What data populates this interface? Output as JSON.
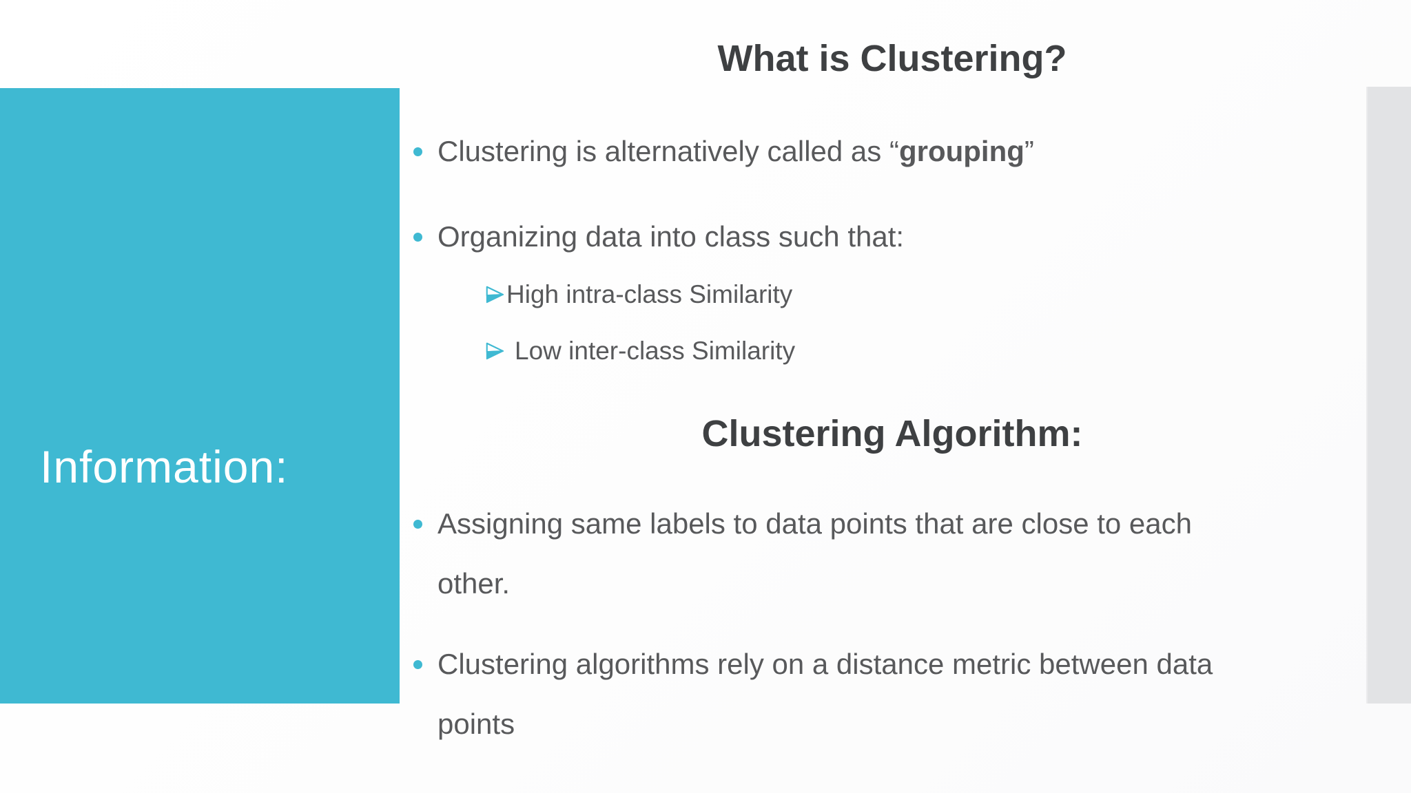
{
  "sidebar": {
    "label": "Information:"
  },
  "main": {
    "title": "What is Clustering?",
    "bullet_1": {
      "pre": "Clustering is alternatively called as “",
      "bold": "grouping",
      "post": "”"
    },
    "bullet_2": "Organizing data into class such that:",
    "sub_bullets": [
      {
        "label": "High intra-class Similarity"
      },
      {
        "label": "Low inter-class Similarity"
      }
    ],
    "section_heading": "Clustering Algorithm:",
    "bullet_3": "Assigning same labels to data points that are close to each\nother.",
    "bullet_4": "Clustering algorithms rely on a distance metric between data\npoints"
  },
  "colors": {
    "accent_teal": "#3FB9D2",
    "body_text": "#58595B",
    "heading_text": "#3E4042",
    "scrollbar_gray": "#E2E3E5",
    "panel_text": "#FFFFFF"
  }
}
